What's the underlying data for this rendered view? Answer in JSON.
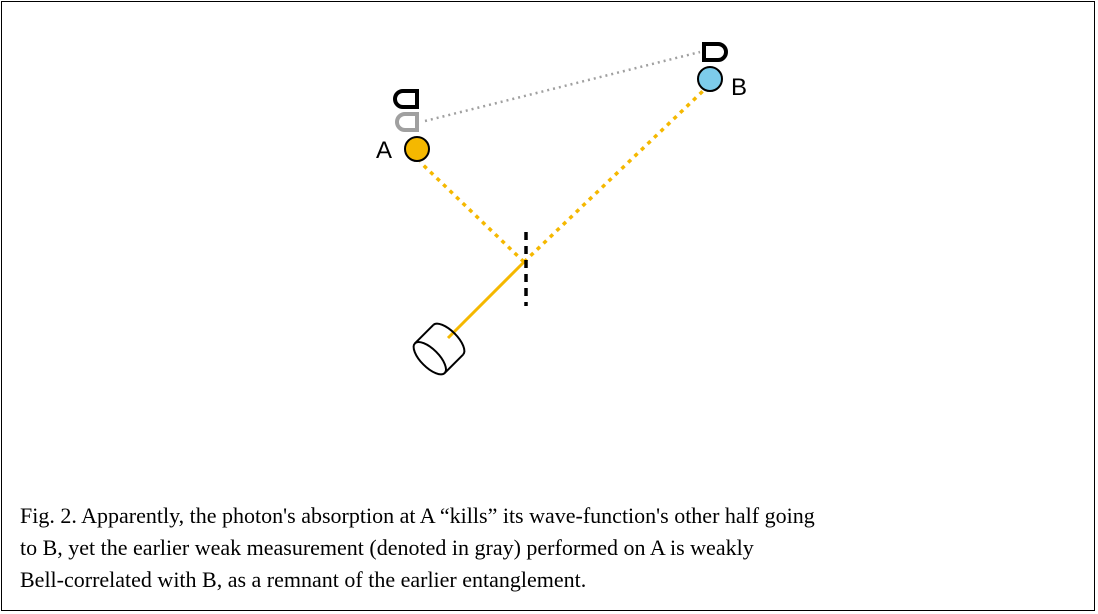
{
  "figure": {
    "label_a": "A",
    "label_b": "B",
    "caption_lines": [
      "Fig. 2. Apparently, the photon's absorption at A “kills” its wave-function's other half going",
      "to B, yet the earlier weak measurement (denoted in gray) performed on A is weakly",
      "Bell-correlated with B, as a remnant of the earlier entanglement."
    ]
  },
  "colors": {
    "beam": "#F5B800",
    "particle_a": "#F5B800",
    "particle_b": "#7DCCEB",
    "weak_detector": "#A0A0A0",
    "strong_detector": "#000000",
    "correlation_line": "#A0A0A0"
  },
  "icons": {
    "source": "laser-source-icon",
    "beam_splitter": "beam-splitter-icon",
    "detector": "detector-icon"
  }
}
